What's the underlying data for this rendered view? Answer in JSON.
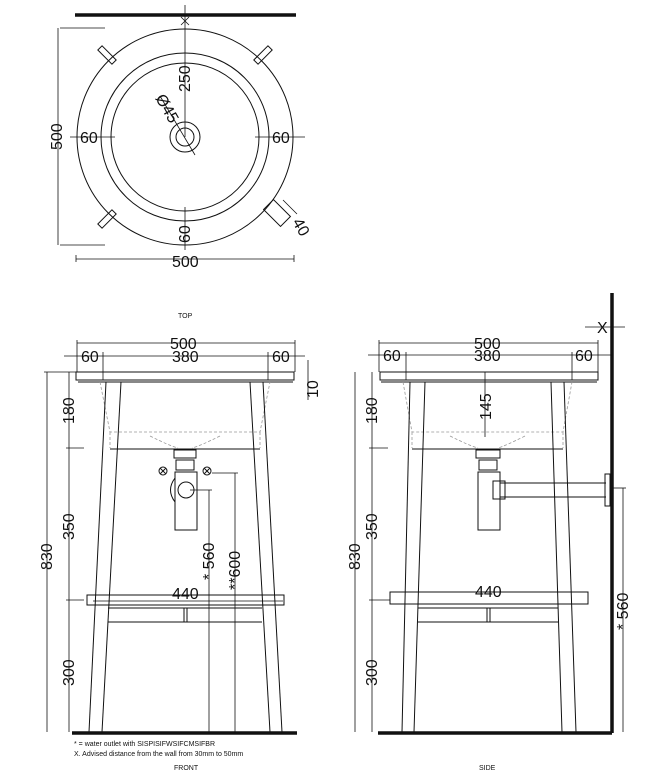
{
  "views": {
    "top": {
      "caption": "TOP",
      "dims": {
        "width": "500",
        "depth": "500",
        "left_rim": "60",
        "right_rim": "60",
        "front_rim": "60",
        "center_to_wall": "250",
        "drain_diameter": "Ø45",
        "leg": "40",
        "wall_gap": "X"
      }
    },
    "front": {
      "caption": "FRONT",
      "dims": {
        "total_width": "500",
        "left_rim": "60",
        "basin": "380",
        "right_rim": "60",
        "top_thickness": "10",
        "total_height": "830",
        "seg_top": "180",
        "seg_mid": "350",
        "seg_bottom": "300",
        "shelf_width": "440",
        "outlet_height": "* 560",
        "outlet_height2": "**600"
      }
    },
    "side": {
      "caption": "SIDE",
      "dims": {
        "wall_gap": "X",
        "total_width": "500",
        "left_rim": "60",
        "basin": "380",
        "right_rim": "60",
        "bowl_depth": "145",
        "total_height": "830",
        "seg_top": "180",
        "seg_mid": "350",
        "seg_bottom": "300",
        "shelf_width": "440",
        "outlet_height": "* 560"
      }
    }
  },
  "notes": [
    "* = water outlet with SISPISIFWSIFCMSIFBR",
    "X. Advised distance from the wall from 30mm to 50mm"
  ]
}
